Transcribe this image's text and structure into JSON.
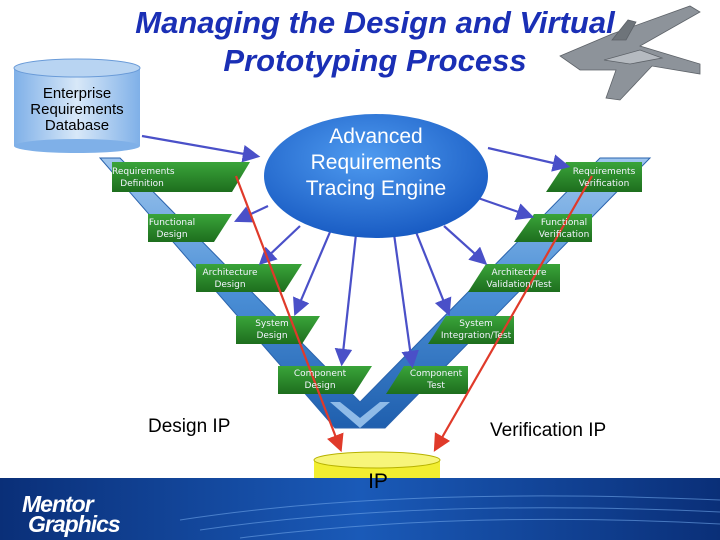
{
  "title": "Managing the Design and Virtual Prototyping Process",
  "database": {
    "label": "Enterprise Requirements Database"
  },
  "engine": {
    "label": "Advanced Requirements Tracing Engine"
  },
  "design_stages": [
    "Requirements Definition",
    "Functional Design",
    "Architecture Design",
    "System Design",
    "Component Design"
  ],
  "verification_stages": [
    "Requirements Verification",
    "Functional Verification",
    "Architecture Validation/Test",
    "System Integration/Test",
    "Component Test"
  ],
  "design_ip": "Design IP",
  "verification_ip": "Verification IP",
  "ip": "IP",
  "logo": {
    "line1": "Mentor",
    "line2": "Graphics"
  },
  "colors": {
    "title": "#1a2fb5",
    "stage_green": "#2a8a2a",
    "engine_blue": "#1f6fd9",
    "v_blue": "#2477c9",
    "arrow_purple": "#4a50c8",
    "arrow_red": "#e03a2a",
    "ip_yellow": "#f2ee30",
    "footer_blue": "#0d3c8c"
  }
}
